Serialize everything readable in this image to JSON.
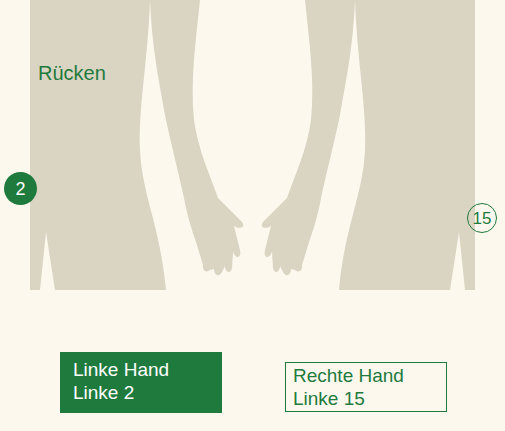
{
  "diagram": {
    "nodes": [
      {
        "text": [
          "2"
        ]
      },
      {
        "text": [
          "15"
        ]
      },
      {
        "text": [
          "Linke Hand",
          "Linke 2"
        ]
      },
      {
        "text": [
          "Rechte Hand",
          "Linke 15"
        ]
      }
    ],
    "labels": [
      "Rücken"
    ]
  }
}
